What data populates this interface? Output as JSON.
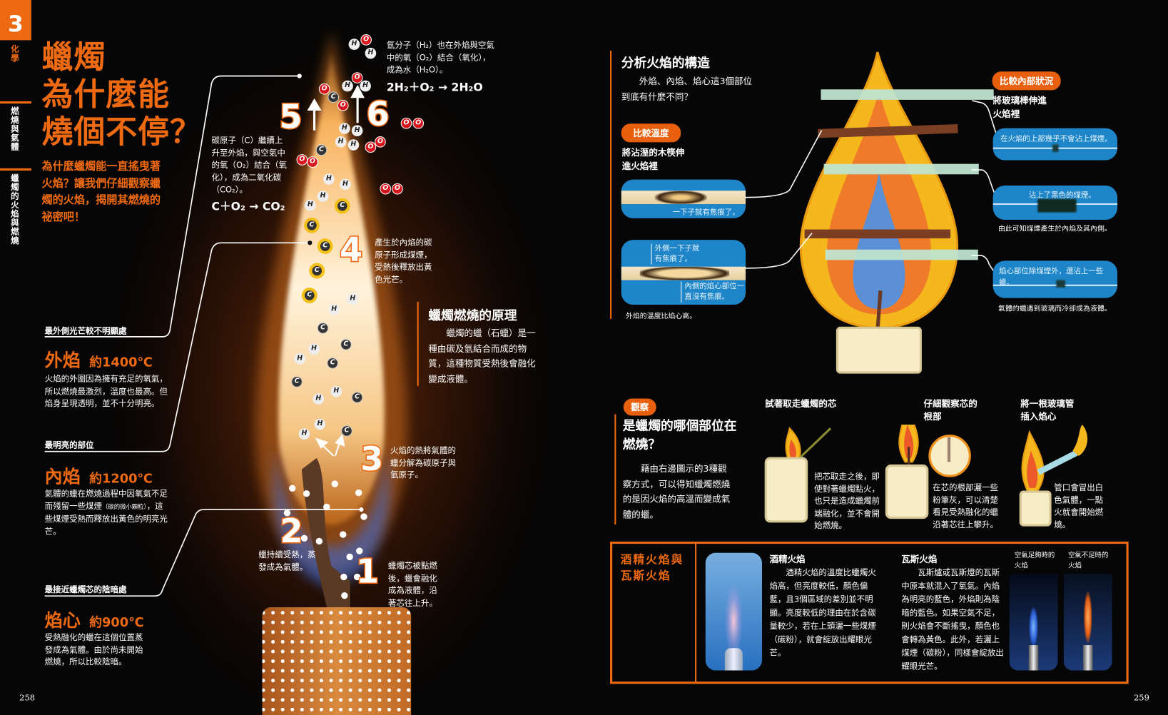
{
  "left_page": {
    "chapter_number": "3",
    "side_labels": [
      "化學",
      "燃燒與氣體",
      "蠟燭的火焰與燃燒"
    ],
    "title_lines": [
      "蠟燭",
      "為什麼能",
      "燒個不停？"
    ],
    "intro": "為什麼蠟燭能一直搖曳著火焰？讓我們仔細觀察蠟燭的火焰，揭開其燃燒的祕密吧！",
    "zones": [
      {
        "label": "最外側光芒較不明顯處",
        "name": "外焰",
        "temp": "約1400℃",
        "desc": "火焰的外圍因為擁有充足的氧氣，所以燃燒最激烈，溫度也最高。但焰身呈現透明，並不十分明亮。"
      },
      {
        "label": "最明亮的部位",
        "name": "內焰",
        "temp": "約1200℃",
        "desc": "氣體的蠟在燃燒過程中因氧氣不足而殘留一些煤煙",
        "desc_small": "（碳的微小顆粒）",
        "desc_end": "，這些煤煙受熱而釋放出黃色的明亮光芒。"
      },
      {
        "label": "最接近蠟燭芯的陰暗處",
        "name": "焰心",
        "temp": "約900℃",
        "desc": "受熱融化的蠟在這個位置蒸發成為氣體。由於尚未開始燃燒，所以比較陰暗。"
      }
    ],
    "steps": [
      {
        "num": "1",
        "text": "蠟燭芯被點燃後，蠟會融化成為液體，沿著芯往上升。"
      },
      {
        "num": "2",
        "text": "蠟持續受熱，蒸發成為氣體。"
      },
      {
        "num": "3",
        "text": "火焰的熱將氣體的蠟分解為碳原子與氫原子。"
      },
      {
        "num": "4",
        "text": "產生於內焰的碳原子形成煤煙，受熱後釋放出黃色光芒。"
      },
      {
        "num": "5",
        "text": "碳原子（C）繼續上升至外焰，與空氣中的氧（O₂）結合（氧化），成為二氧化碳（CO₂）。",
        "equation": "C＋O₂ → CO₂"
      },
      {
        "num": "6",
        "text": "氫分子（H₂）也在外焰與空氣中的氧（O₂）結合（氧化），成為水（H₂O）。",
        "equation": "2H₂＋O₂ → 2H₂O"
      }
    ],
    "atoms": {
      "H": "H",
      "O": "O",
      "C": "C"
    },
    "principle": {
      "title": "蠟燭燃燒的原理",
      "body": "蠟燭的蠟（石蠟）是一種由碳及氫結合而成的物質，這種物質受熱後會融化變成液體。"
    },
    "page_number": "258"
  },
  "right_page": {
    "analysis": {
      "title": "分析火焰的構造",
      "body": "外焰、內焰、焰心這3個部位到底有什麼不同？"
    },
    "temperature": {
      "badge": "比較溫度",
      "heading": "將沾溼的木筷伸進火焰裡",
      "caption_top": "一下子就有焦痕了。",
      "caption_outer": "外側一下子就有焦痕了。",
      "caption_inner": "內側的焰心部位一直沒有焦痕。",
      "note": "外焰的溫度比焰心高。"
    },
    "interior": {
      "badge": "比較內部狀況",
      "heading": "將玻璃棒伸進火焰裡",
      "results": [
        {
          "caption": "在火焰的上部幾乎不會沾上煤煙。",
          "note": ""
        },
        {
          "caption": "沾上了黑色的煤煙。",
          "note": "由此可知煤煙產生於內焰及其內側。"
        },
        {
          "caption": "焰心部位除煤煙外，還沾上一些蠟。",
          "note": "氣體的蠟遇到玻璃而冷卻成為液體。"
        }
      ]
    },
    "observation": {
      "badge": "觀察",
      "title": "是蠟燭的哪個部位在燃燒？",
      "body": "藉由右邊圖示的3種觀察方式，可以得知蠟燭燃燒的是因火焰的高溫而變成氣體的蠟。",
      "experiments": [
        {
          "title": "試著取走蠟燭的芯",
          "text": "把芯取走之後，即使對著蠟燭點火，也只是造成蠟燭前端融化，並不會開始燃燒。"
        },
        {
          "title": "仔細觀察芯的根部",
          "text": "在芯的根部灑一些粉筆灰，可以清楚看見受熱融化的蠟沿著芯往上攀升。"
        },
        {
          "title": "將一根玻璃管插入焰心",
          "text": "管口會冒出白色氣體，一點火就會開始燃燒。"
        }
      ]
    },
    "comparison": {
      "title": "酒精火焰與瓦斯火焰",
      "alcohol": {
        "title": "酒精火焰",
        "body": "酒精火焰的溫度比蠟燭火焰高，但亮度較低，顏色偏藍，且3個區域的差別並不明顯。亮度較低的理由在於含碳量較少，若在上頭灑一些煤煙（碳粉），就會綻放出耀眼光芒。"
      },
      "gas": {
        "title": "瓦斯火焰",
        "body": "瓦斯爐或瓦斯燈的瓦斯中原本就混入了氧氣。內焰為明亮的藍色，外焰則為陰暗的藍色。如果空氣不足，則火焰會不斷搖曳，顏色也會轉為黃色。此外，若灑上煤煙（碳粉），同樣會綻放出耀眼光芒。"
      },
      "photo_labels": [
        "空氣足夠時的火焰",
        "空氣不足時的火焰"
      ]
    },
    "page_number": "259"
  },
  "colors": {
    "accent": "#ee6a12",
    "background": "#060606",
    "panel_blue": "#1e86c8"
  }
}
